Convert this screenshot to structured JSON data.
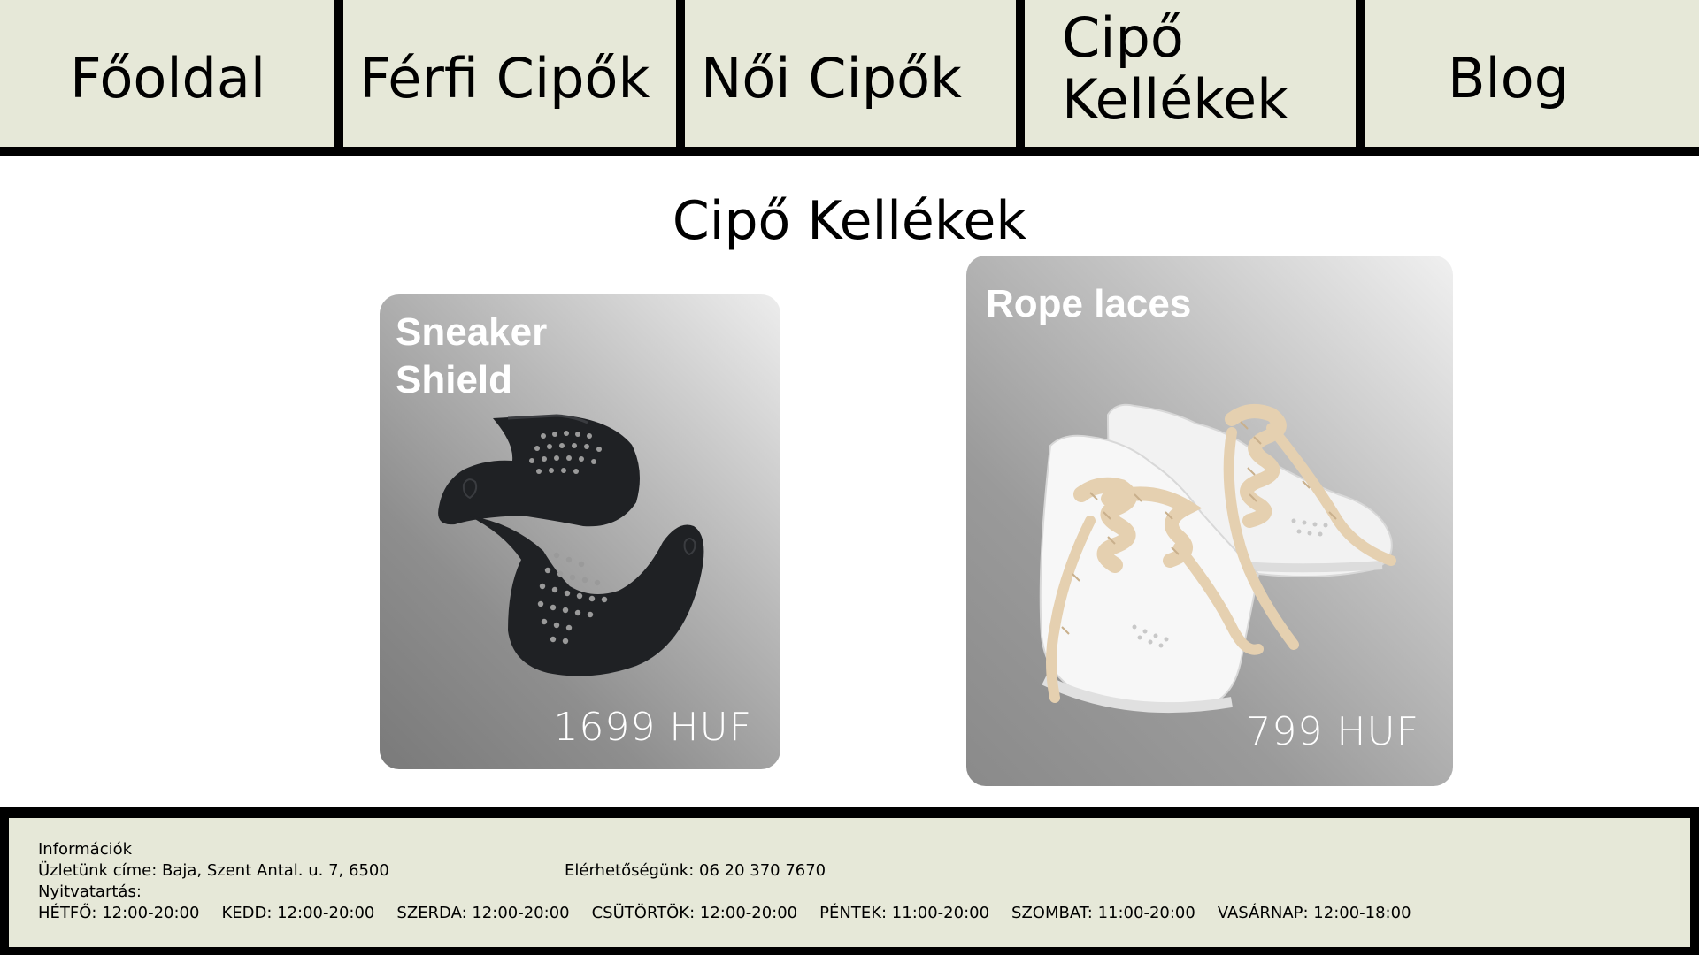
{
  "nav": {
    "items": [
      {
        "label": "Főoldal"
      },
      {
        "label": "Férfi Cipők"
      },
      {
        "label": "Női Cipők"
      },
      {
        "label": "Cipő Kellékek"
      },
      {
        "label": "Blog"
      }
    ]
  },
  "page": {
    "title": "Cipő Kellékek"
  },
  "products": [
    {
      "name": "Sneaker Shield",
      "price": "1699 HUF",
      "icon": "shoe-crease-protector-image"
    },
    {
      "name": "Rope laces",
      "price": "799 HUF",
      "icon": "sneakers-with-rope-laces-image"
    }
  ],
  "footer": {
    "title": "Információk",
    "address": "Üzletünk címe: Baja, Szent Antal. u. 7, 6500",
    "contact": "Elérhetőségünk: 06 20 370 7670",
    "hours_label": "Nyitvatartás:",
    "hours": [
      "HÉTFŐ: 12:00-20:00",
      "KEDD: 12:00-20:00",
      "SZERDA: 12:00-20:00",
      "CSÜTÖRTÖK: 12:00-20:00",
      "PÉNTEK: 11:00-20:00",
      "SZOMBAT: 11:00-20:00",
      "VASÁRNAP: 12:00-18:00"
    ]
  },
  "colors": {
    "nav_bg": "#e6e8d8",
    "border": "#000000",
    "card_text": "#ffffff"
  }
}
